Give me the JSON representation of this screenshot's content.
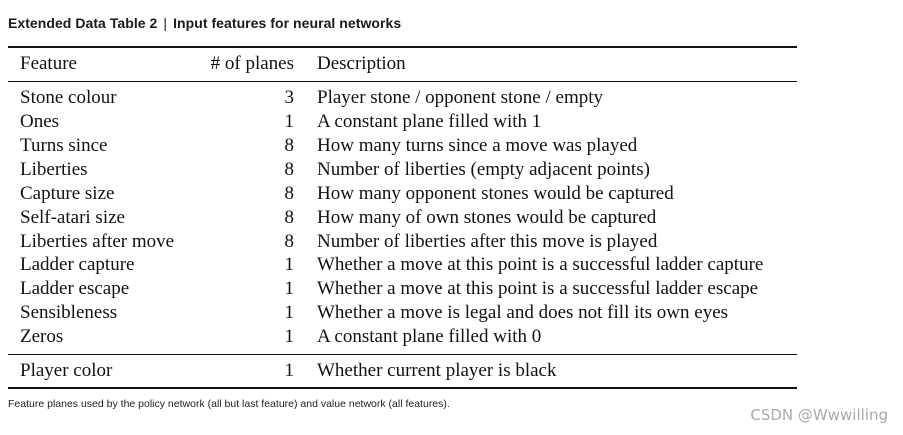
{
  "caption": {
    "label": "Extended Data Table 2",
    "separator": "|",
    "title": "Input features for neural networks"
  },
  "table": {
    "headers": {
      "feature": "Feature",
      "planes": "# of planes",
      "description": "Description"
    },
    "rows": [
      {
        "feature": "Stone colour",
        "planes": "3",
        "description": "Player stone / opponent stone / empty"
      },
      {
        "feature": "Ones",
        "planes": "1",
        "description": "A constant plane filled with 1"
      },
      {
        "feature": "Turns since",
        "planes": "8",
        "description": "How many turns since a move was played"
      },
      {
        "feature": "Liberties",
        "planes": "8",
        "description": "Number of liberties (empty adjacent points)"
      },
      {
        "feature": "Capture size",
        "planes": "8",
        "description": "How many opponent stones would be captured"
      },
      {
        "feature": "Self-atari size",
        "planes": "8",
        "description": "How many of own stones would be captured"
      },
      {
        "feature": "Liberties after move",
        "planes": "8",
        "description": "Number of liberties after this move is played"
      },
      {
        "feature": "Ladder capture",
        "planes": "1",
        "description": "Whether a move at this point is a successful ladder capture"
      },
      {
        "feature": "Ladder escape",
        "planes": "1",
        "description": "Whether a move at this point is a successful ladder escape"
      },
      {
        "feature": "Sensibleness",
        "planes": "1",
        "description": "Whether a move is legal and does not fill its own eyes"
      },
      {
        "feature": "Zeros",
        "planes": "1",
        "description": "A constant plane filled with 0"
      }
    ],
    "extra_row": {
      "feature": "Player color",
      "planes": "1",
      "description": "Whether current player is black"
    }
  },
  "footnote": "Feature planes used by the policy network (all but last feature) and value network (all features).",
  "watermark": "CSDN @Wwwilling"
}
